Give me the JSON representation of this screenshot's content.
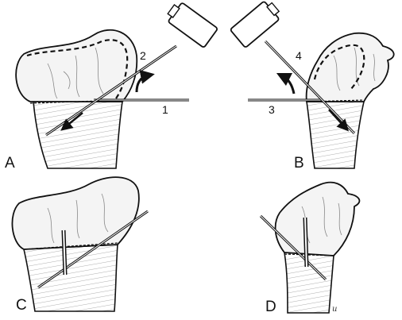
{
  "panels": {
    "a": "A",
    "b": "B",
    "c": "C",
    "d": "D"
  },
  "wire_numbers": {
    "n1": "1",
    "n2": "2",
    "n3": "3",
    "n4": "4"
  },
  "signature": "u"
}
